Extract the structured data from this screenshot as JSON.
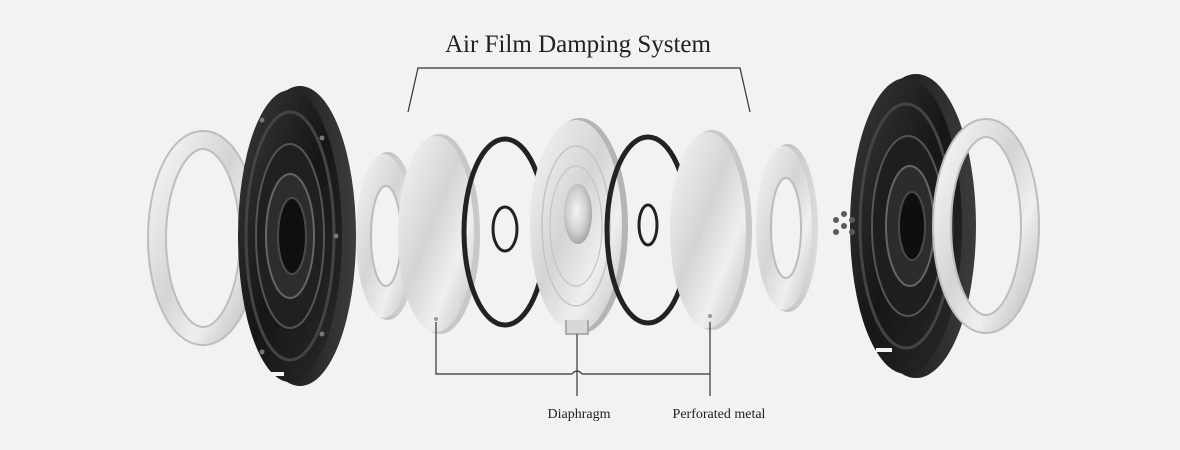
{
  "diagram": {
    "title": "Air Film Damping System",
    "labels": {
      "diaphragm": "Diaphragm",
      "perforated_metal": "Perforated metal"
    }
  },
  "colors": {
    "background": "#f2f2f2",
    "housing_dark": "#1c1c1c",
    "metal_light": "#d9d9d9",
    "ring_black": "#222222",
    "leader_line": "#333333"
  }
}
